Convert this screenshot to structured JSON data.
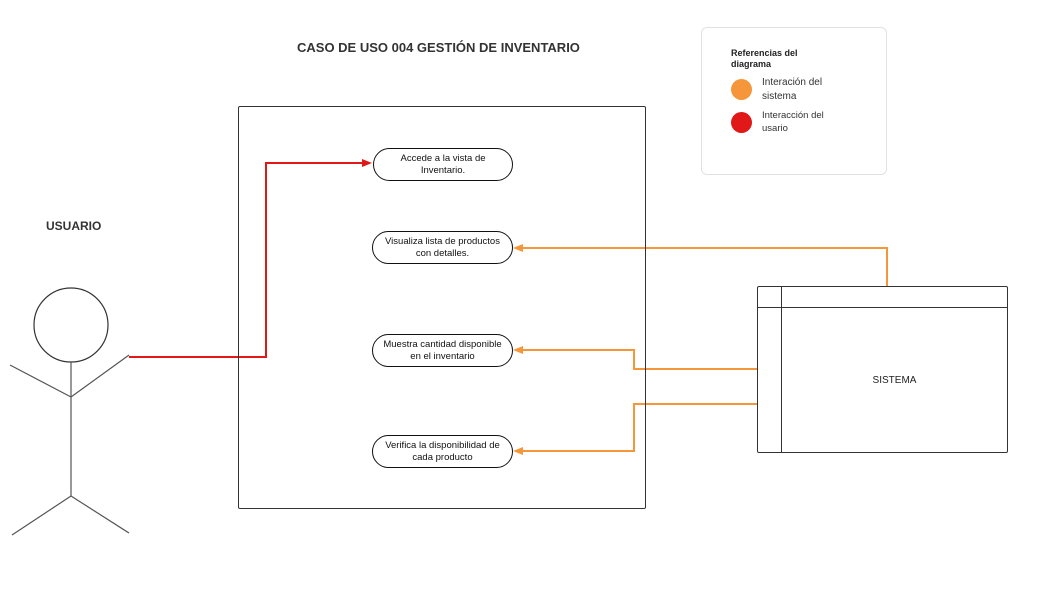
{
  "diagram": {
    "title": "CASO DE USO 004 GESTIÓN DE INVENTARIO",
    "actor_label": "USUARIO",
    "system_label": "SISTEMA",
    "use_cases": [
      {
        "label": "Accede a la vista de Inventario."
      },
      {
        "label": "Visualiza lista de productos con detalles."
      },
      {
        "label": "Muestra cantidad disponible en el inventario"
      },
      {
        "label": "Verifica la disponibilidad de cada producto"
      }
    ],
    "legend": {
      "title": "Referencias del diagrama",
      "items": [
        {
          "label": "Interación del sistema",
          "color": "#f5963a"
        },
        {
          "label": "Interacción del usario",
          "color": "#e01818"
        }
      ]
    },
    "colors": {
      "user_interaction": "#e01818",
      "system_interaction": "#f5963a",
      "outline": "#333333"
    }
  }
}
